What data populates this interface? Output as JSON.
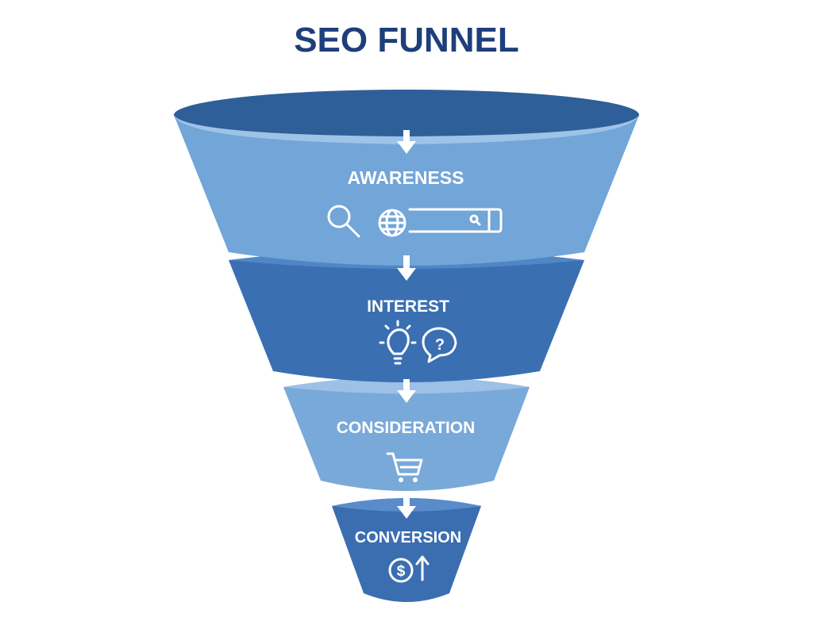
{
  "title": "SEO FUNNEL",
  "colors": {
    "title": "#1d3f7a",
    "awareness": "#72a5d8",
    "interest": "#3a6fb2",
    "consideration": "#79a9d9",
    "conversion": "#3b6eb1",
    "funnel_inside": "#2f5f98"
  },
  "stages": [
    {
      "label": "AWARENESS",
      "icons": [
        "magnifier-icon",
        "globe-icon",
        "search-bar-icon"
      ]
    },
    {
      "label": "INTEREST",
      "icons": [
        "lightbulb-icon",
        "question-bubble-icon"
      ]
    },
    {
      "label": "CONSIDERATION",
      "icons": [
        "shopping-cart-icon"
      ]
    },
    {
      "label": "CONVERSION",
      "icons": [
        "dollar-growth-icon"
      ]
    }
  ]
}
